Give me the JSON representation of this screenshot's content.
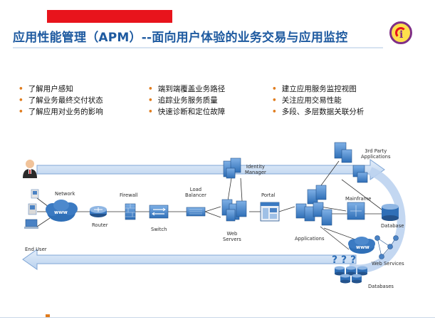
{
  "header": {
    "title": "应用性能管理（APM）--面向用户体验的业务交易与应用监控"
  },
  "bullets": {
    "col1": [
      "了解用户感知",
      "了解业务最终交付状态",
      "了解应用对业务的影响"
    ],
    "col2": [
      "端到端覆盖业务路径",
      "追踪业务服务质量",
      "快速诊断和定位故障"
    ],
    "col3": [
      "建立应用服务监控视图",
      "关注应用交易性能",
      "多段、多层数据关联分析"
    ]
  },
  "diagram": {
    "network": "Network",
    "www1": "www",
    "end_user": "End User",
    "router": "Router",
    "firewall": "Firewall",
    "switch": "Switch",
    "load_balancer": [
      "Load",
      "Balancer"
    ],
    "identity_manager": [
      "Identity",
      "Manager"
    ],
    "web_servers": [
      "Web",
      "Servers"
    ],
    "portal": "Portal",
    "applications": "Applications",
    "third_party": [
      "3rd Party",
      "Applications"
    ],
    "mainframe": "Mainframe",
    "database": "Database",
    "www2": "www",
    "web_services": "Web Services",
    "databases": "Databases",
    "question_marks": "? ? ?"
  },
  "colors": {
    "title": "#1e5aa0",
    "red_bar": "#e8141c",
    "bullet": "#e07c1e",
    "arrow_fill": "#cfe0f4",
    "arrow_stroke": "#7fa6d6",
    "device_blue": "#4a82c4"
  },
  "icons": [
    "user-icon",
    "cloud-icon",
    "router-icon",
    "firewall-icon",
    "switch-icon",
    "load-balancer-icon",
    "server-icon",
    "portal-icon",
    "database-icon",
    "mainframe-icon",
    "question-icon"
  ]
}
